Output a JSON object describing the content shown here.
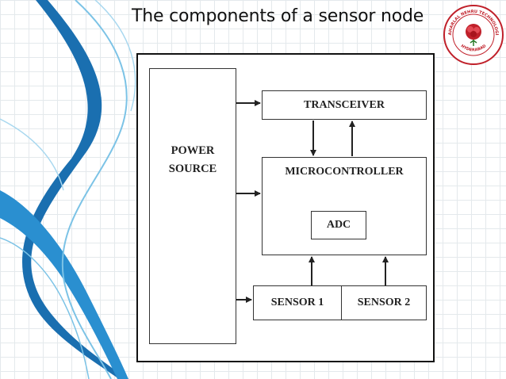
{
  "slide": {
    "title": "The components of a sensor node"
  },
  "diagram": {
    "power_source": {
      "line1": "POWER",
      "line2": "SOURCE"
    },
    "transceiver": "TRANSCEIVER",
    "microcontroller": "MICROCONTROLLER",
    "adc": "ADC",
    "sensor1": "SENSOR 1",
    "sensor2": "SENSOR 2"
  },
  "logo": {
    "ring_text": "JAWAHARLAL NEHRU TECHNOLOGICAL UNIVERSITY",
    "city_text": "HYDERABAD"
  },
  "colors": {
    "swoosh_dark": "#1a6fb0",
    "swoosh_light": "#7cc3e6",
    "logo_red": "#c0202a"
  }
}
